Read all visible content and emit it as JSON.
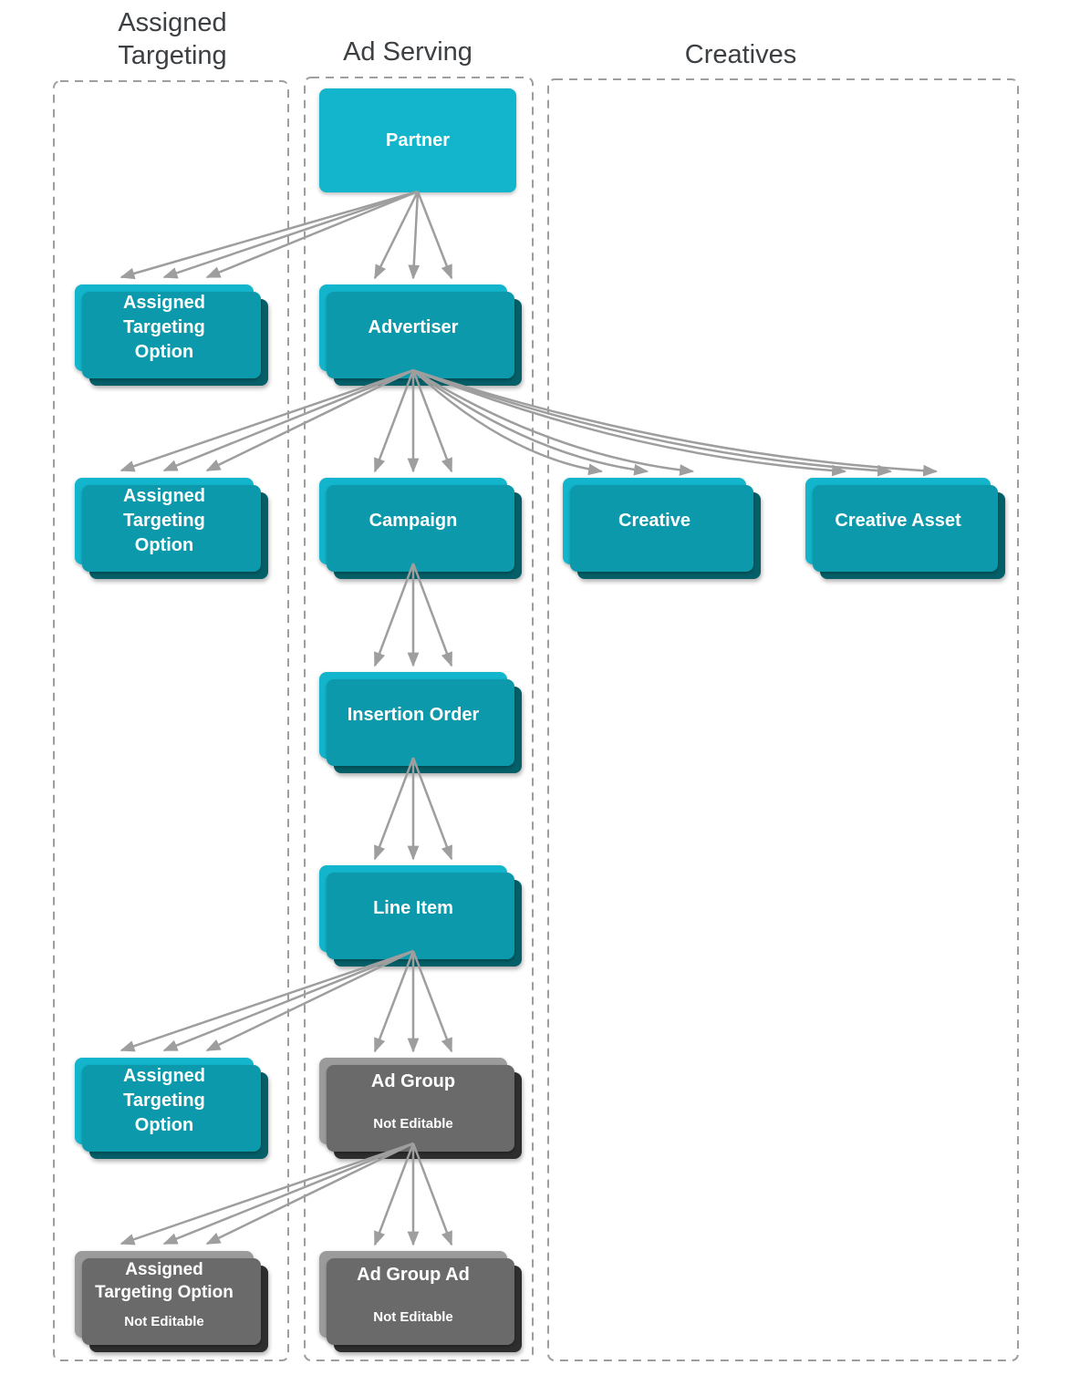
{
  "columns": {
    "assigned_targeting": {
      "title": "Assigned\nTargeting"
    },
    "ad_serving": {
      "title": "Ad Serving"
    },
    "creatives": {
      "title": "Creatives"
    }
  },
  "nodes": {
    "partner": {
      "label": "Partner"
    },
    "advertiser": {
      "label": "Advertiser"
    },
    "assigned_targeting_option_1": {
      "label": "Assigned Targeting Option"
    },
    "campaign": {
      "label": "Campaign"
    },
    "assigned_targeting_option_2": {
      "label": "Assigned Targeting Option"
    },
    "creative": {
      "label": "Creative"
    },
    "creative_asset": {
      "label": "Creative Asset"
    },
    "insertion_order": {
      "label": "Insertion Order"
    },
    "line_item": {
      "label": "Line Item"
    },
    "ad_group": {
      "label": "Ad Group",
      "sublabel": "Not Editable"
    },
    "assigned_targeting_option_3": {
      "label": "Assigned Targeting Option"
    },
    "ad_group_ad": {
      "label": "Ad Group Ad",
      "sublabel": "Not Editable"
    },
    "assigned_targeting_option_4": {
      "label": "Assigned Targeting Option",
      "sublabel": "Not Editable"
    }
  },
  "edges": [
    {
      "from": "partner",
      "to": "advertiser",
      "style": "fan-down"
    },
    {
      "from": "partner",
      "to": "assigned_targeting_option_1",
      "style": "fan-left"
    },
    {
      "from": "advertiser",
      "to": "campaign",
      "style": "fan-down"
    },
    {
      "from": "advertiser",
      "to": "assigned_targeting_option_2",
      "style": "fan-left"
    },
    {
      "from": "advertiser",
      "to": "creative",
      "style": "fan-curve"
    },
    {
      "from": "advertiser",
      "to": "creative_asset",
      "style": "fan-curve"
    },
    {
      "from": "campaign",
      "to": "insertion_order",
      "style": "fan-down"
    },
    {
      "from": "insertion_order",
      "to": "line_item",
      "style": "fan-down"
    },
    {
      "from": "line_item",
      "to": "ad_group",
      "style": "fan-down"
    },
    {
      "from": "line_item",
      "to": "assigned_targeting_option_3",
      "style": "fan-left"
    },
    {
      "from": "ad_group",
      "to": "ad_group_ad",
      "style": "fan-down"
    },
    {
      "from": "ad_group",
      "to": "assigned_targeting_option_4",
      "style": "fan-left"
    }
  ],
  "colors": {
    "box_teal": "#12B5CB",
    "box_teal_mid": "#0B99AB",
    "box_teal_dark": "#055F68",
    "box_gray": "#9B9B9B",
    "box_gray_mid": "#6A6A6A",
    "box_gray_dark": "#2E2E2E",
    "arrow": "#9E9E9E",
    "title_text": "#3C4043",
    "label_text": "#FFFFFF"
  }
}
